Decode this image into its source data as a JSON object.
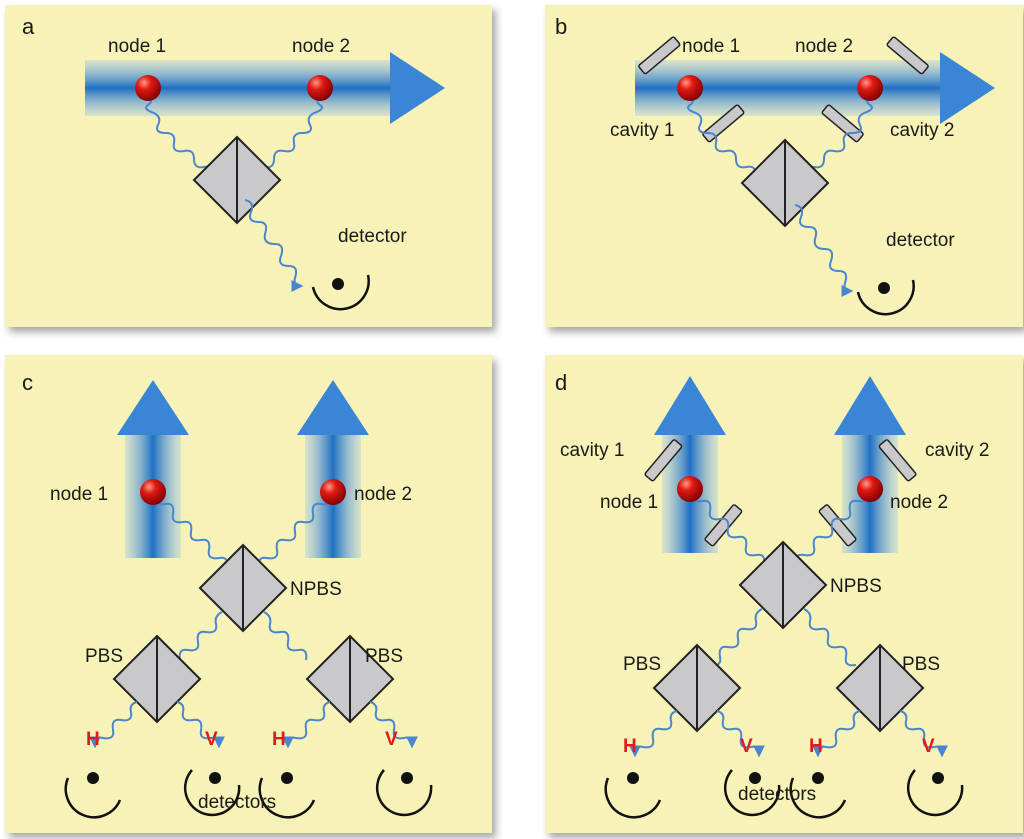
{
  "colors": {
    "panel_bg": "#f7f2b8",
    "beam": "#2f7fd0",
    "atom": "#d01010",
    "photon_path": "#4a86cf",
    "splitter_fill": "#c9c9cc",
    "hv_label": "#e01b1b"
  },
  "panels": {
    "a": {
      "letter": "a",
      "node1": "node 1",
      "node2": "node 2",
      "detector": "detector"
    },
    "b": {
      "letter": "b",
      "node1": "node 1",
      "node2": "node 2",
      "cavity1": "cavity 1",
      "cavity2": "cavity 2",
      "detector": "detector"
    },
    "c": {
      "letter": "c",
      "node1": "node 1",
      "node2": "node 2",
      "npbs": "NPBS",
      "pbs_left": "PBS",
      "pbs_right": "PBS",
      "h_left": "H",
      "v_left": "V",
      "h_right": "H",
      "v_right": "V",
      "detectors": "detectors"
    },
    "d": {
      "letter": "d",
      "node1": "node 1",
      "node2": "node 2",
      "cavity1": "cavity 1",
      "cavity2": "cavity 2",
      "npbs": "NPBS",
      "pbs_left": "PBS",
      "pbs_right": "PBS",
      "h_left": "H",
      "v_left": "V",
      "h_right": "H",
      "v_right": "V",
      "detectors": "detectors"
    }
  }
}
